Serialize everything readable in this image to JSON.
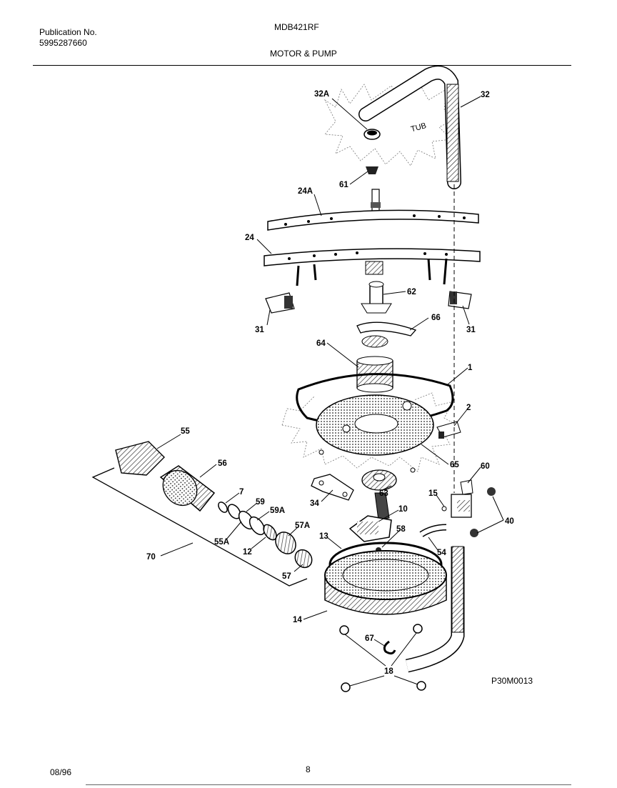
{
  "header": {
    "publication_label": "Publication No.",
    "publication_number": "5995287660",
    "model": "MDB421RF",
    "section_title": "MOTOR & PUMP"
  },
  "footer": {
    "date": "08/96",
    "page_number": "8"
  },
  "diagram": {
    "drawing_code": "P30M0013",
    "tub_label": "TUB",
    "callouts": [
      "32A",
      "32",
      "61",
      "24A",
      "24",
      "62",
      "31",
      "31",
      "66",
      "64",
      "1",
      "2",
      "55",
      "56",
      "65",
      "60",
      "7",
      "59",
      "59A",
      "34",
      "63",
      "15",
      "40",
      "10",
      "55A",
      "57A",
      "58",
      "70",
      "12",
      "13",
      "54",
      "57",
      "14",
      "67",
      "18"
    ]
  }
}
